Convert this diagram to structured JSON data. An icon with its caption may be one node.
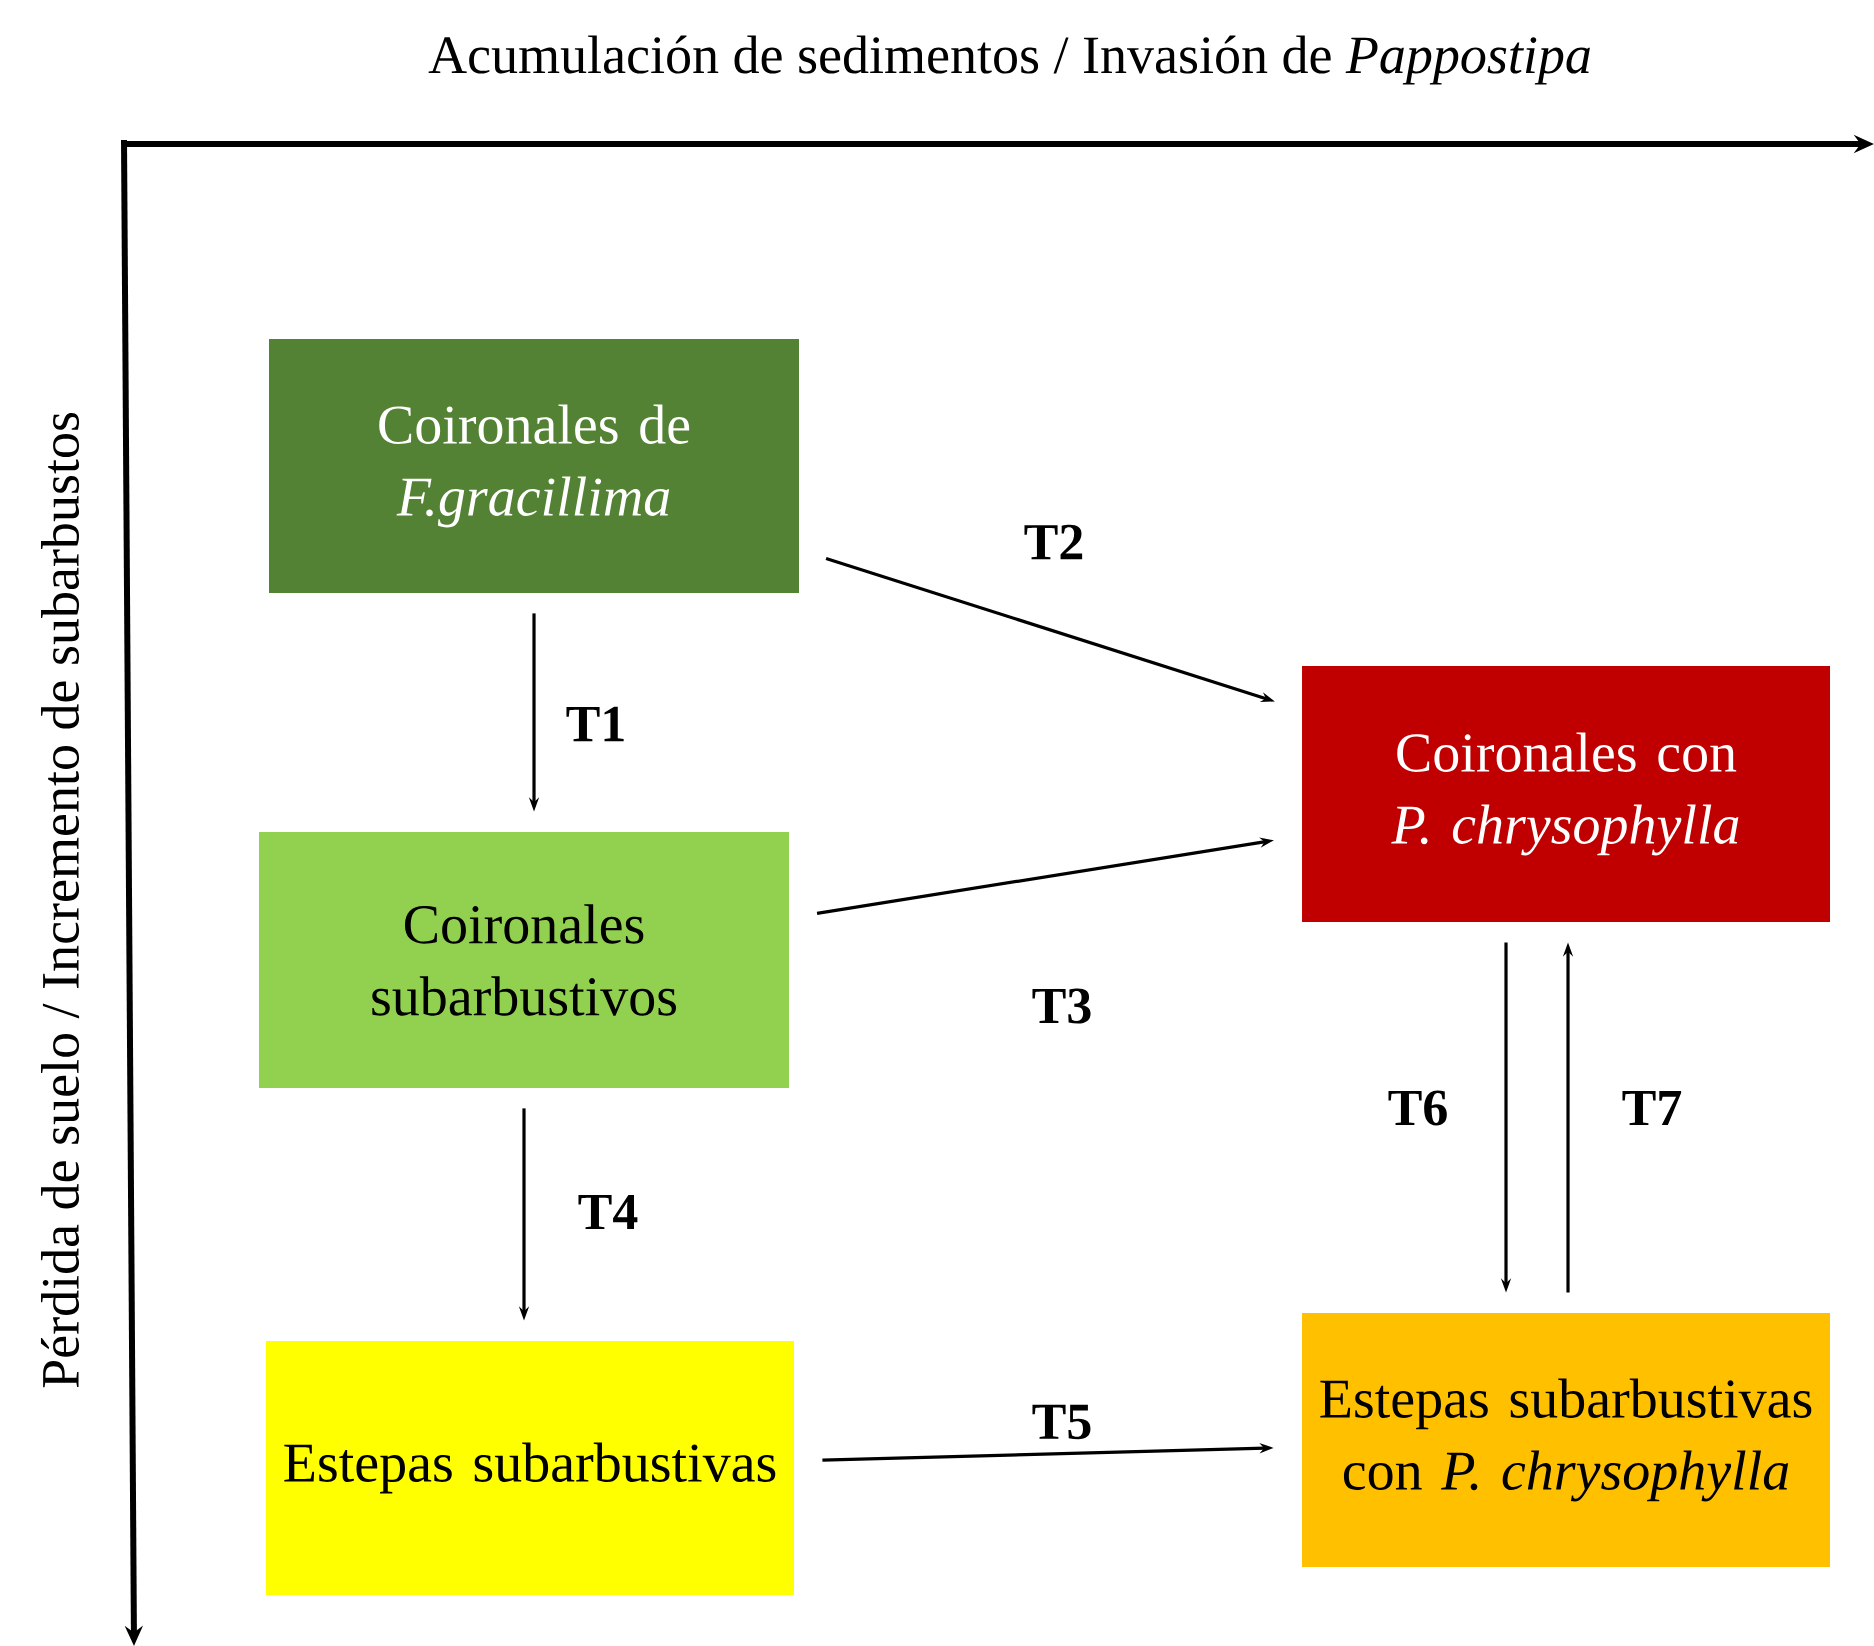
{
  "diagram": {
    "nodes": [
      {
        "text": [
          "Coironales de *F.gracillima*"
        ]
      },
      {
        "text": [
          "Coironales con *P. chrysophylla*"
        ]
      },
      {
        "text": [
          "Coironales subarbustivos"
        ]
      },
      {
        "text": [
          "Estepas subarbustivas"
        ]
      },
      {
        "text": [
          "Estepas subarbustivas con *P. chrysophylla*"
        ]
      }
    ],
    "edges": [
      {
        "from": 0,
        "to": 2,
        "arrow": "to",
        "label": "T1"
      },
      {
        "from": 0,
        "to": 1,
        "arrow": "to",
        "label": "T2"
      },
      {
        "from": 2,
        "to": 1,
        "arrow": "to",
        "label": "T3"
      },
      {
        "from": 2,
        "to": 3,
        "arrow": "to",
        "label": "T4"
      },
      {
        "from": 3,
        "to": 4,
        "arrow": "to",
        "label": "T5"
      },
      {
        "from": 1,
        "to": 4,
        "arrow": "to",
        "label": "T6"
      },
      {
        "from": 4,
        "to": 1,
        "arrow": "to",
        "label": "T7"
      }
    ],
    "labels": [
      "Acumulación de sedimentos / Invasión de *Pappostipa*",
      "Pérdida de suelo / Incremento de subarbustos"
    ]
  }
}
